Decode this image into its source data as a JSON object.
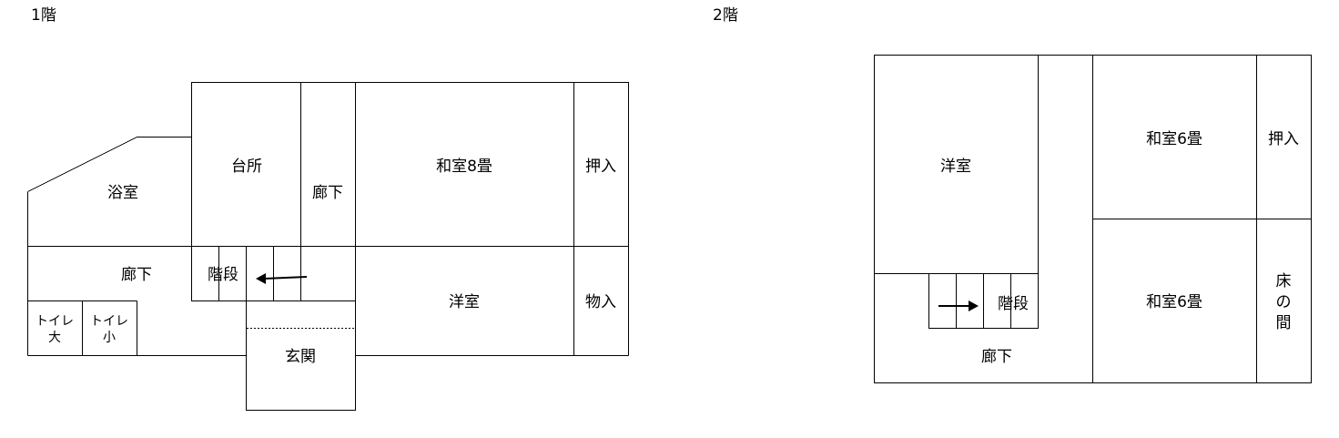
{
  "floor1": {
    "title": "1階",
    "rooms": {
      "bath": "浴室",
      "kitchen": "台所",
      "hall_vertical": "廊下",
      "japanese8": "和室8畳",
      "closet": "押入",
      "hall_horizontal": "廊下",
      "stairs": "階段",
      "western": "洋室",
      "storage": "物入",
      "toilet_large_1": "トイレ",
      "toilet_large_2": "大",
      "toilet_small_1": "トイレ",
      "toilet_small_2": "小",
      "entrance": "玄関"
    }
  },
  "floor2": {
    "title": "2階",
    "rooms": {
      "western": "洋室",
      "japanese6_top": "和室6畳",
      "closet": "押入",
      "stairs": "階段",
      "japanese6_bottom": "和室6畳",
      "tokonoma_1": "床",
      "tokonoma_2": "の",
      "tokonoma_3": "間",
      "hall": "廊下"
    }
  }
}
